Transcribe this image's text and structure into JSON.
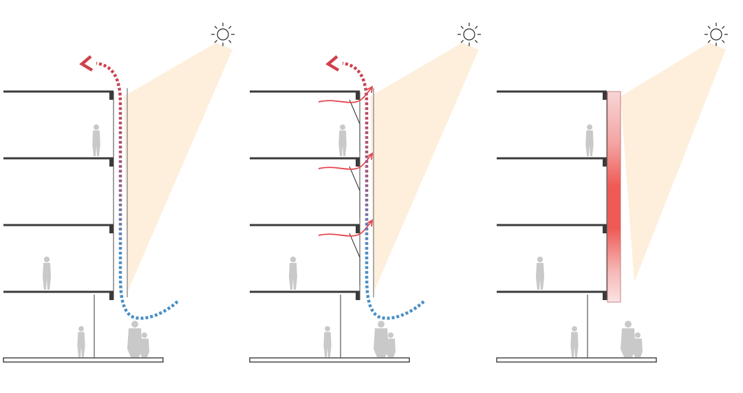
{
  "panels": [
    {
      "variant": "double-skin-chimney",
      "floors": 4,
      "airflow": true,
      "interior_vents": false,
      "heated_panel": false
    },
    {
      "variant": "double-skin-vented",
      "floors": 4,
      "airflow": true,
      "interior_vents": true,
      "heated_panel": false
    },
    {
      "variant": "solar-heated-panel",
      "floors": 4,
      "airflow": false,
      "interior_vents": false,
      "heated_panel": true
    }
  ],
  "icons": {
    "sun": "sun-icon",
    "person": "person-silhouette-icon"
  },
  "colors": {
    "warm_air": "#d0404c",
    "cool_air": "#4a8fc6",
    "sunlight": "#fde9d2",
    "slab": "#3a3a3a",
    "silhouette": "#c9c9c9",
    "vent_arrow": "#e6414b",
    "heated_panel": "#ef5a55"
  }
}
